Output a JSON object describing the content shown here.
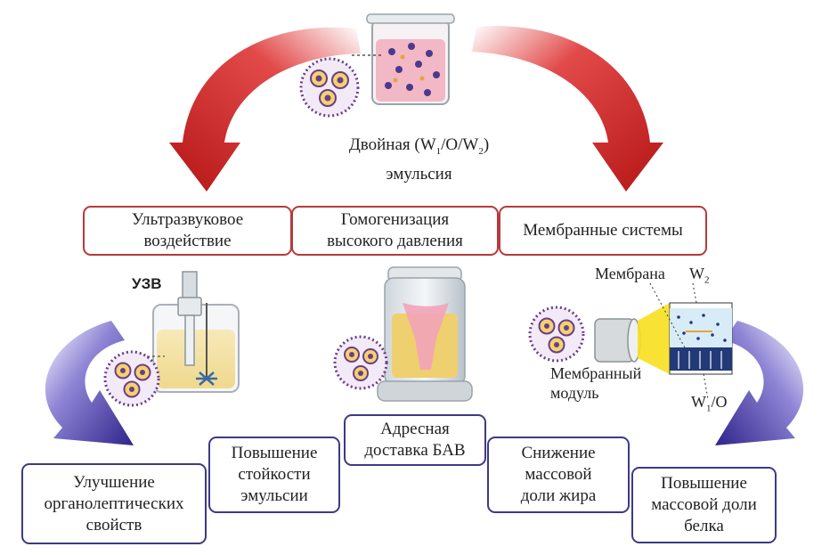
{
  "center": {
    "line1_a": "Двойная (W",
    "line1_s1": "1",
    "line1_b": "/O/W",
    "line1_s2": "2",
    "line1_c": ")",
    "line2": "эмульсия"
  },
  "methods": {
    "ultrasound": "Ультразвуковое воздействие",
    "homogenization": "Гомогенизация высокого давления",
    "membrane": "Мембранные системы"
  },
  "labels": {
    "uzv": "УЗВ",
    "membrane": "Мембрана",
    "w2": "W",
    "w2_sub": "2",
    "module": "Мембранный модуль",
    "w1o": "W",
    "w1o_sub": "1",
    "w1o_tail": "/O"
  },
  "outcomes": {
    "organoleptic": "Улучшение органолептических свойств",
    "stability": "Повышение стойкости эмульсии",
    "delivery": "Адресная доставка БАВ",
    "fat": "Снижение массовой доли жира",
    "protein": "Повышение массовой доли белка"
  },
  "colors": {
    "red_arrow": "#c81d1d",
    "blue_arrow": "#3a2f8f",
    "red_border": "#b63a3a",
    "blue_border": "#3d3a86",
    "droplet": "#6a3d8f"
  }
}
